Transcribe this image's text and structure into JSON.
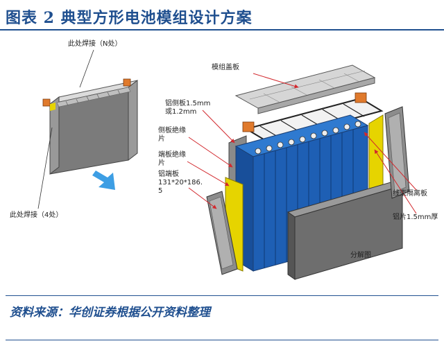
{
  "header": {
    "title": "图表 2   典型方形电池模组设计方案"
  },
  "labels": {
    "weld_n": "此处焊接（N处）",
    "weld_4": "此处焊接（4处）",
    "module_cover": "模组盖板",
    "al_side_1": "铝侧板1.5mm",
    "al_side_2": "或1.2mm",
    "side_insul_1": "侧板绝缘",
    "side_insul_2": "片",
    "end_insul_1": "端板绝缘",
    "end_insul_2": "片",
    "al_end_1": "铝端板",
    "al_end_2": "131*20*186.",
    "al_end_3": "5",
    "harness": "线束隔离板",
    "al_sheet": "铝片1.5mm厚",
    "exploded": "分解图"
  },
  "footer": {
    "source": "资料来源：华创证券根据公开资料整理"
  },
  "colors": {
    "accent": "#1f4f8f",
    "cell_blue": "#1e5fb4",
    "insulator_yellow": "#e6d400",
    "plate_grey": "#6e6e6e",
    "callout_red": "#d2282d",
    "arrow_blue": "#3d9ee4"
  }
}
